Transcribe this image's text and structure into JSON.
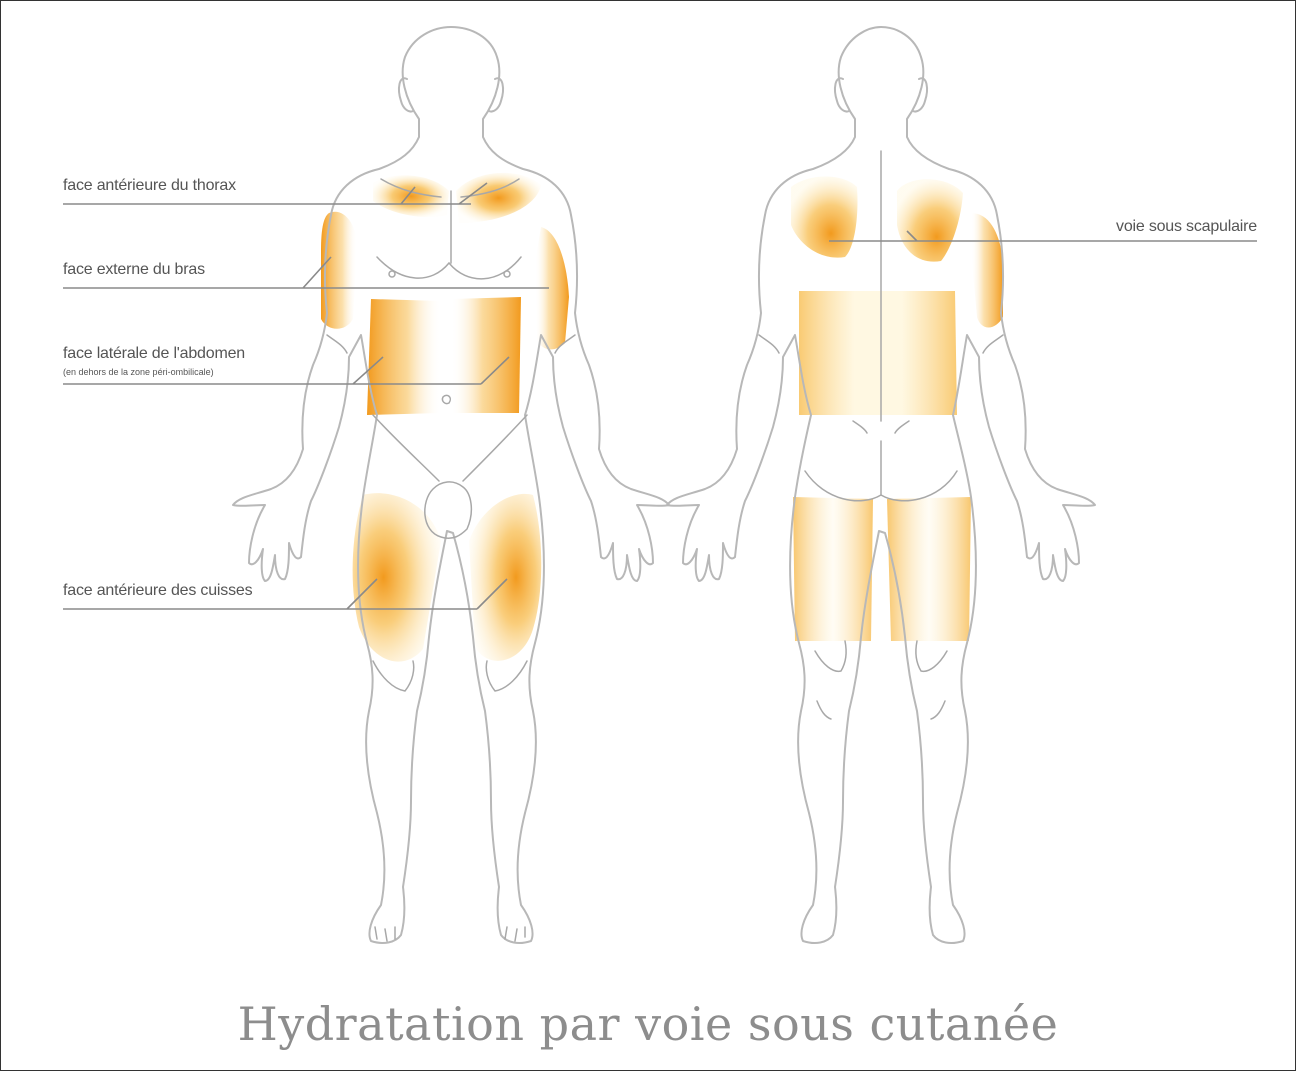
{
  "title": "Hydratation par voie sous cutanée",
  "labels": {
    "thorax": "face antérieure du thorax",
    "bras": "face externe du bras",
    "abdomen": "face latérale de l'abdomen",
    "abdomen_note": "(en dehors de la zone péri-ombilicale)",
    "cuisses": "face antérieure des cuisses",
    "scapulaire": "voie sous scapulaire"
  },
  "colors": {
    "zone_core": "#f29a1e",
    "zone_mid": "#f8c15a",
    "zone_fade": "#fff6dc",
    "outline": "#b8b8b8",
    "leader": "#8a8a8a",
    "label_text": "#555555",
    "title_text": "#8d8d8d"
  }
}
